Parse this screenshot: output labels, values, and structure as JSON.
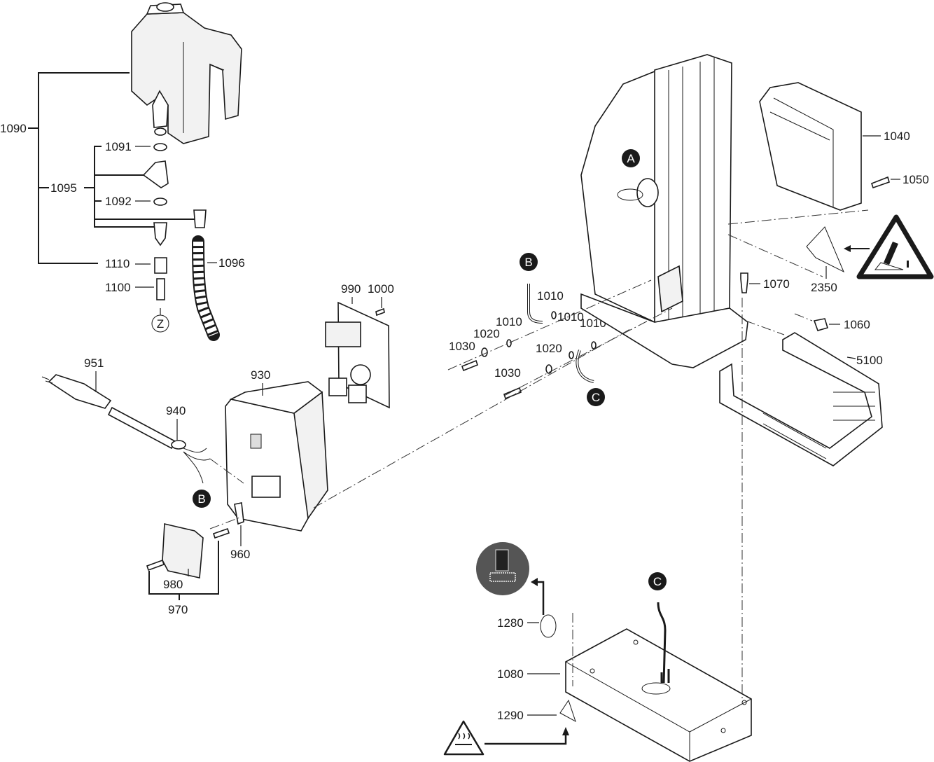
{
  "diagram": {
    "type": "exploded-parts-view",
    "labels": {
      "l1090": "1090",
      "l1091": "1091",
      "l1095": "1095",
      "l1092": "1092",
      "l1110": "1110",
      "l1100": "1100",
      "l1096": "1096",
      "z": "Z",
      "l951": "951",
      "l940": "940",
      "l930": "930",
      "l990": "990",
      "l1000": "1000",
      "l960": "960",
      "l980": "980",
      "l970": "970",
      "l1010a": "1010",
      "l1010b": "1010",
      "l1010c": "1010",
      "l1010d": "1010",
      "l1020a": "1020",
      "l1020b": "1020",
      "l1030a": "1030",
      "l1030b": "1030",
      "l1040": "1040",
      "l1050": "1050",
      "l1070": "1070",
      "l2350": "2350",
      "l1060": "1060",
      "l5100": "5100",
      "l1280": "1280",
      "l1080": "1080",
      "l1290": "1290"
    },
    "connectors": {
      "a": "A",
      "b": "B",
      "c": "C"
    },
    "symbols": [
      "tilt-warning-triangle",
      "hot-surface-warning-triangle",
      "drill-stand-instruction-disc"
    ]
  }
}
